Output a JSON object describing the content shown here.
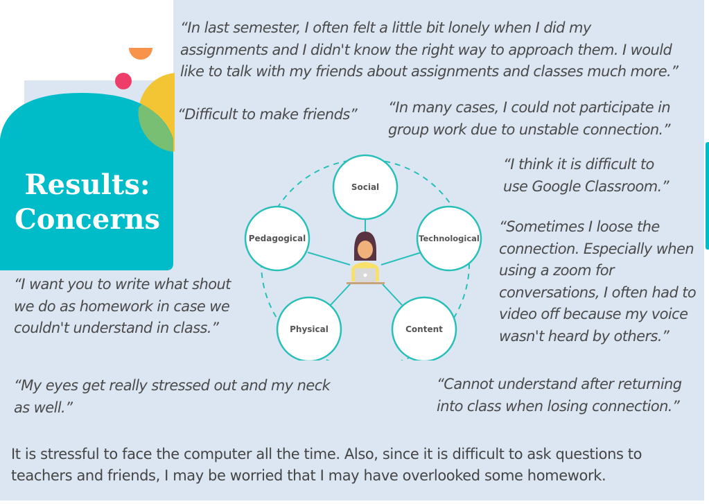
{
  "slide": {
    "title_line1": "Results:",
    "title_line2": "Concerns",
    "colors": {
      "panel": "#dce6f2",
      "teal": "#00bcc9",
      "yellow": "#f3c433",
      "pink": "#ef3d6a",
      "orange": "#f7934a",
      "ring": "#27bfb8"
    }
  },
  "quotes": [
    "“In last semester, I often felt a little bit lonely when I did my\nassignments and I didn't know the right way to approach them. I would\nlike to talk with my friends about assignments and classes much more.”",
    "“Difficult to make friends”",
    "“In many cases, I could not participate in\ngroup work due to unstable connection.”",
    "“I think it is difficult to\nuse Google Classroom.”",
    "“Sometimes I loose the\nconnection. Especially when\nusing a zoom for\nconversations, I often had to\nvideo off because my voice\nwasn't heard by others.”",
    "“I want you to write what shout\nwe do as homework in case we\ncouldn't understand in class.”",
    "“My eyes get really stressed out and my neck\nas well.”",
    "“Cannot understand after returning\ninto class when losing connection.”"
  ],
  "summary": "It is stressful to face the computer all the time. Also, since it is difficult to ask questions to\nteachers and friends, I may be worried that I may have overlooked some homework.",
  "diagram": {
    "nodes": [
      "Social",
      "Technological",
      "Content",
      "Physical",
      "Pedagogical"
    ],
    "center_icon": "student-laptop-icon"
  }
}
